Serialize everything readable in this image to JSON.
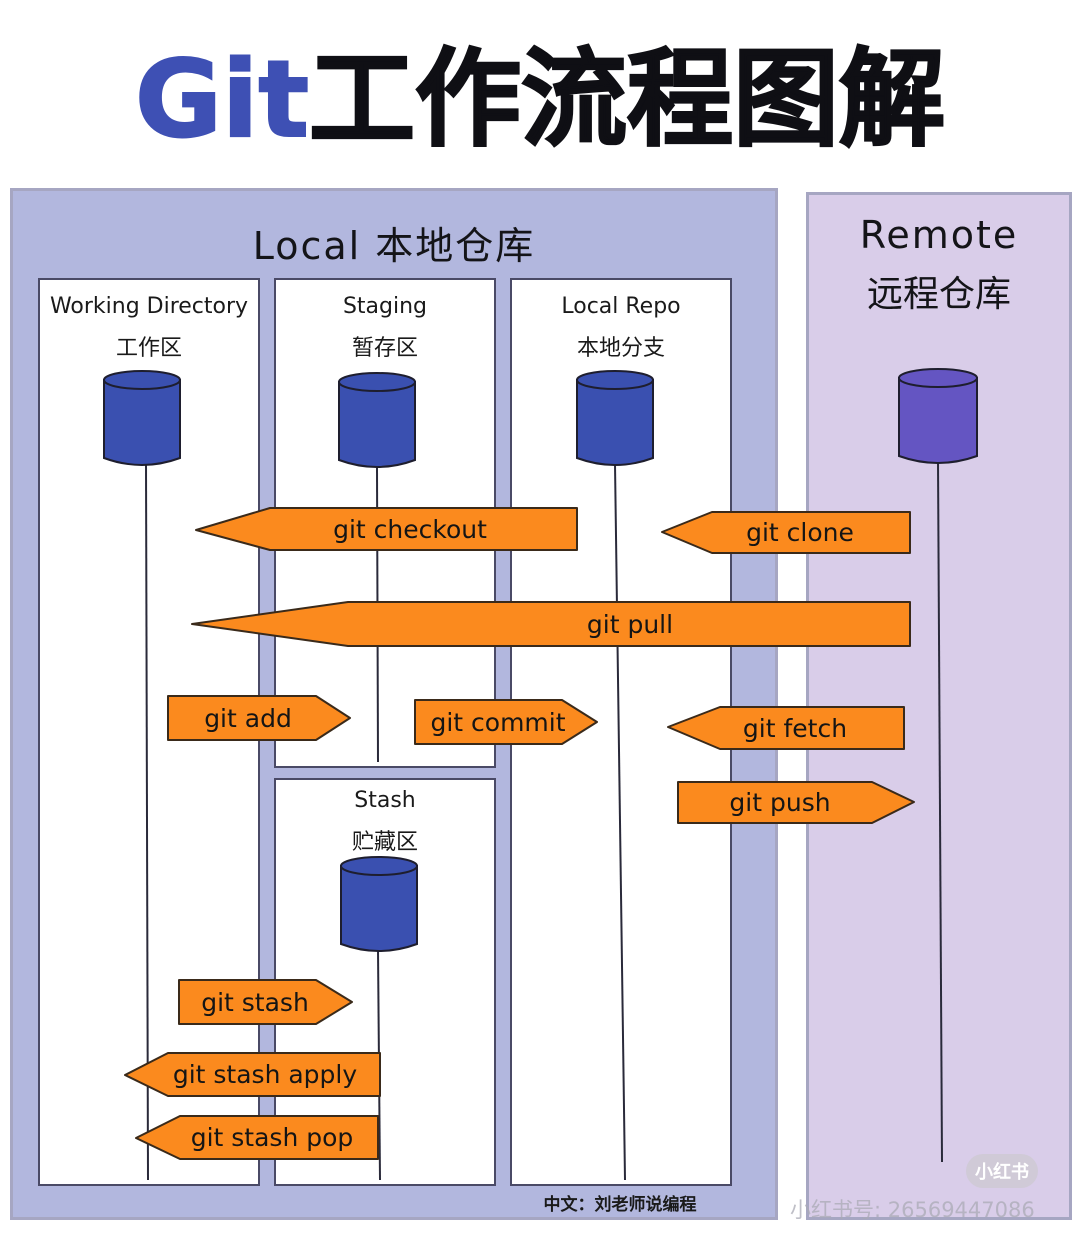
{
  "title": {
    "git": "Git",
    "rest": "工作流程图解"
  },
  "local": {
    "label": "Local 本地仓库"
  },
  "remote": {
    "label_en": "Remote",
    "label_zh": "远程仓库"
  },
  "lanes": {
    "working": {
      "title": "Working Directory",
      "subtitle": "工作区"
    },
    "staging": {
      "title": "Staging",
      "subtitle": "暂存区"
    },
    "local_repo": {
      "title": "Local Repo",
      "subtitle": "本地分支"
    },
    "stash": {
      "title": "Stash",
      "subtitle": "贮藏区"
    }
  },
  "commands": {
    "checkout": "git checkout",
    "clone": "git clone",
    "pull": "git pull",
    "add": "git add",
    "commit": "git commit",
    "fetch": "git fetch",
    "push": "git push",
    "stash": "git stash",
    "stash_apply": "git stash apply",
    "stash_pop": "git stash pop"
  },
  "footer": {
    "credit": "中文：刘老师说编程",
    "watermark_badge": "小红书",
    "watermark_id": "小红书号: 26569447086"
  },
  "colors": {
    "git_blue": "#3e50b4",
    "local_bg": "#b2b7de",
    "remote_bg": "#d9cde9",
    "arrow_orange": "#fb8a1e",
    "db_blue": "#3a50b0",
    "db_purple": "#6455c2"
  }
}
